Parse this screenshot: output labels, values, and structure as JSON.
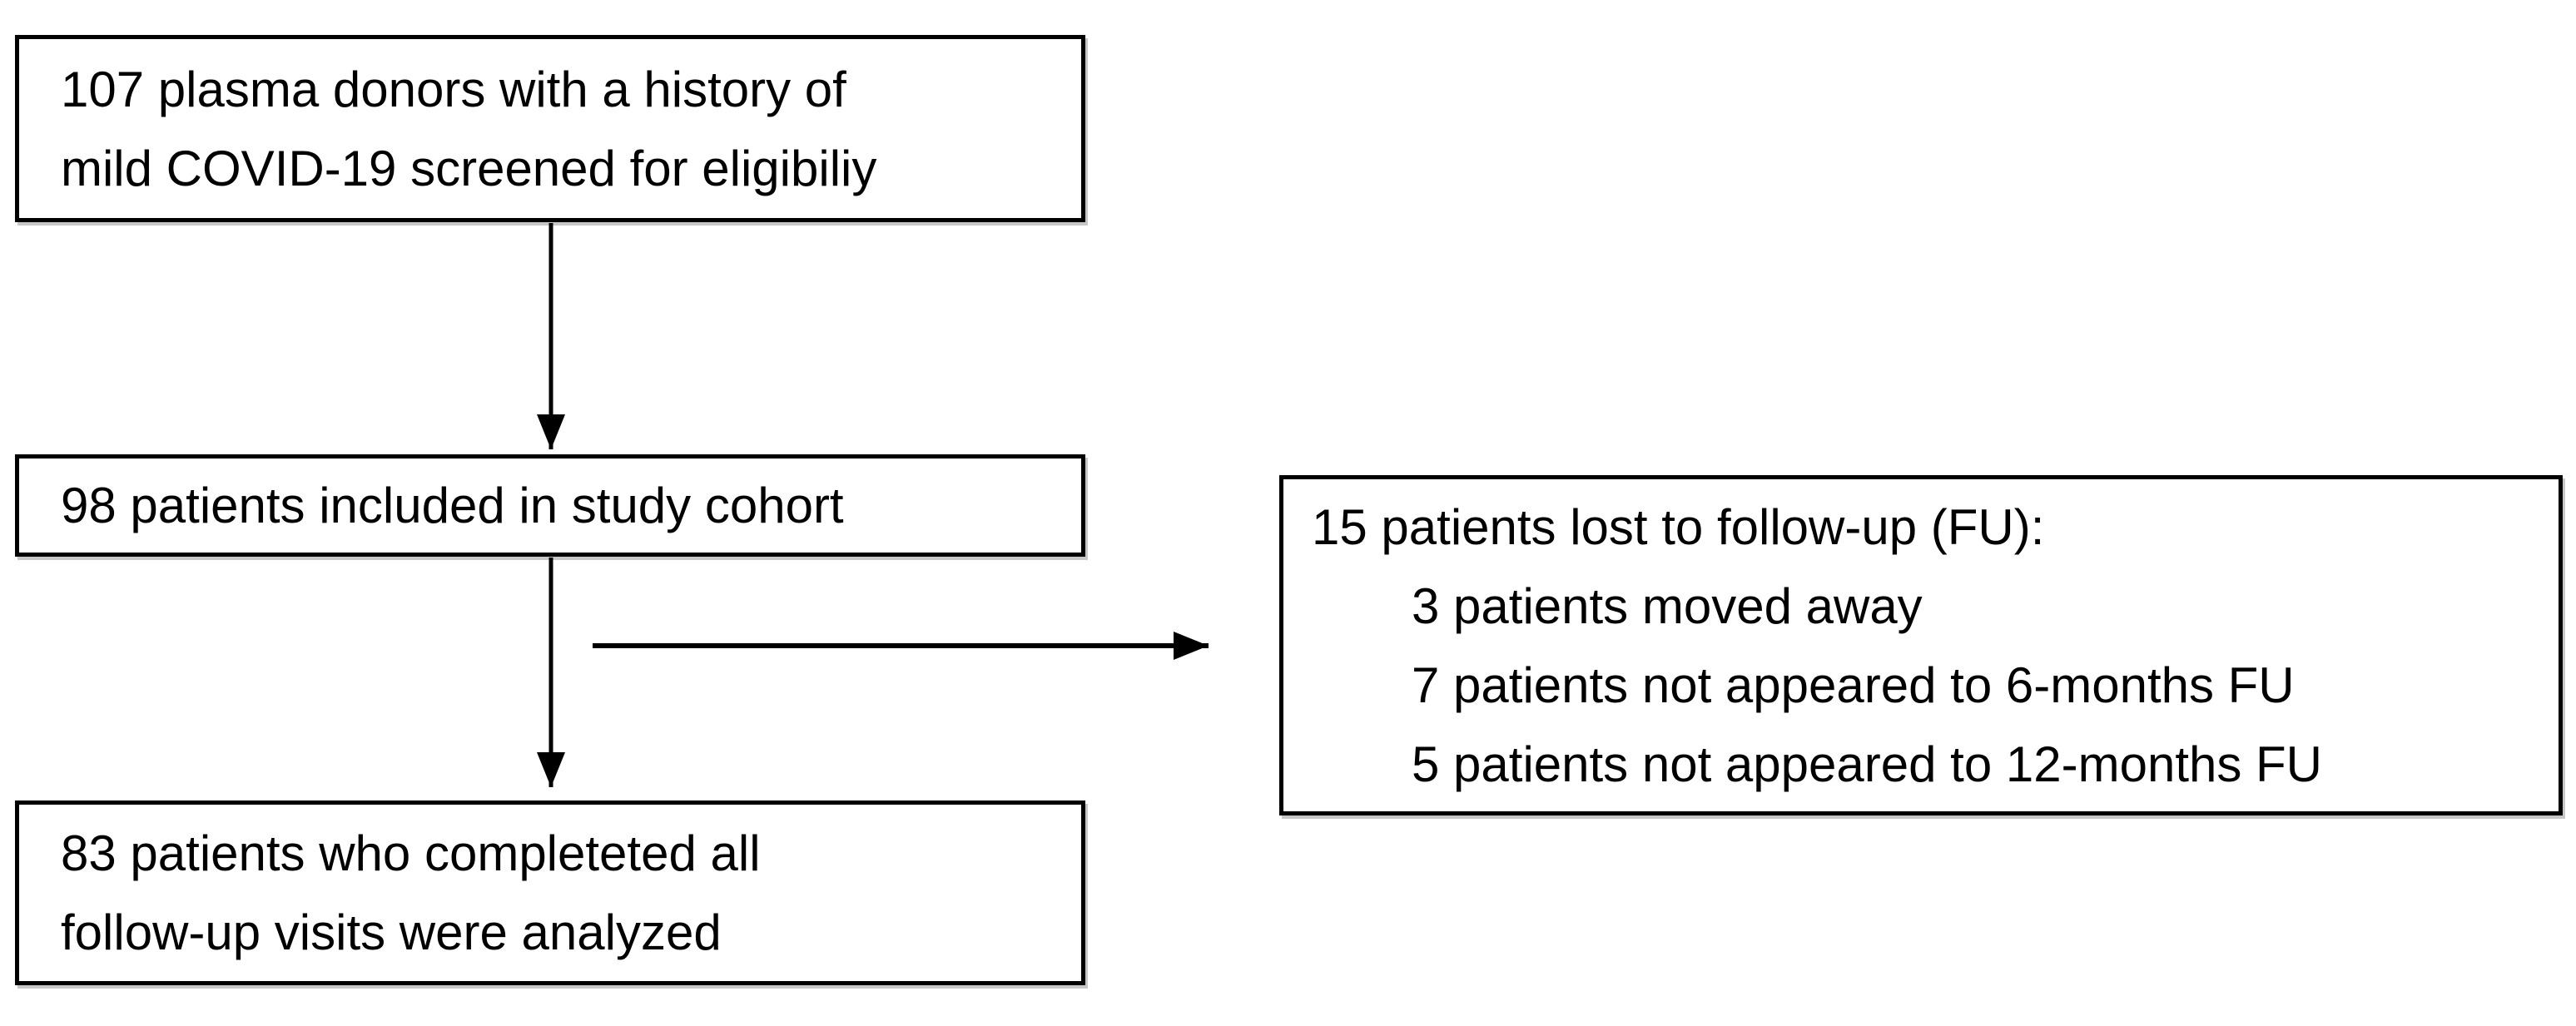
{
  "diagram": {
    "boxes": {
      "screened": {
        "lines": [
          "107 plasma donors with a history of",
          "mild COVID-19 screened for eligibiliy"
        ]
      },
      "cohort": {
        "text": "98 patients included in study cohort"
      },
      "lost": {
        "title": "15 patients lost to follow-up (FU):",
        "items": [
          "3 patients moved away",
          "7 patients not appeared to 6-months FU",
          "5 patients not appeared to 12-months FU"
        ]
      },
      "analyzed": {
        "lines": [
          "83 patients who completeted all",
          "follow-up visits were analyzed"
        ]
      }
    },
    "colors": {
      "border": "#000000",
      "text": "#000000",
      "arrow": "#000000",
      "background": "#ffffff"
    }
  }
}
